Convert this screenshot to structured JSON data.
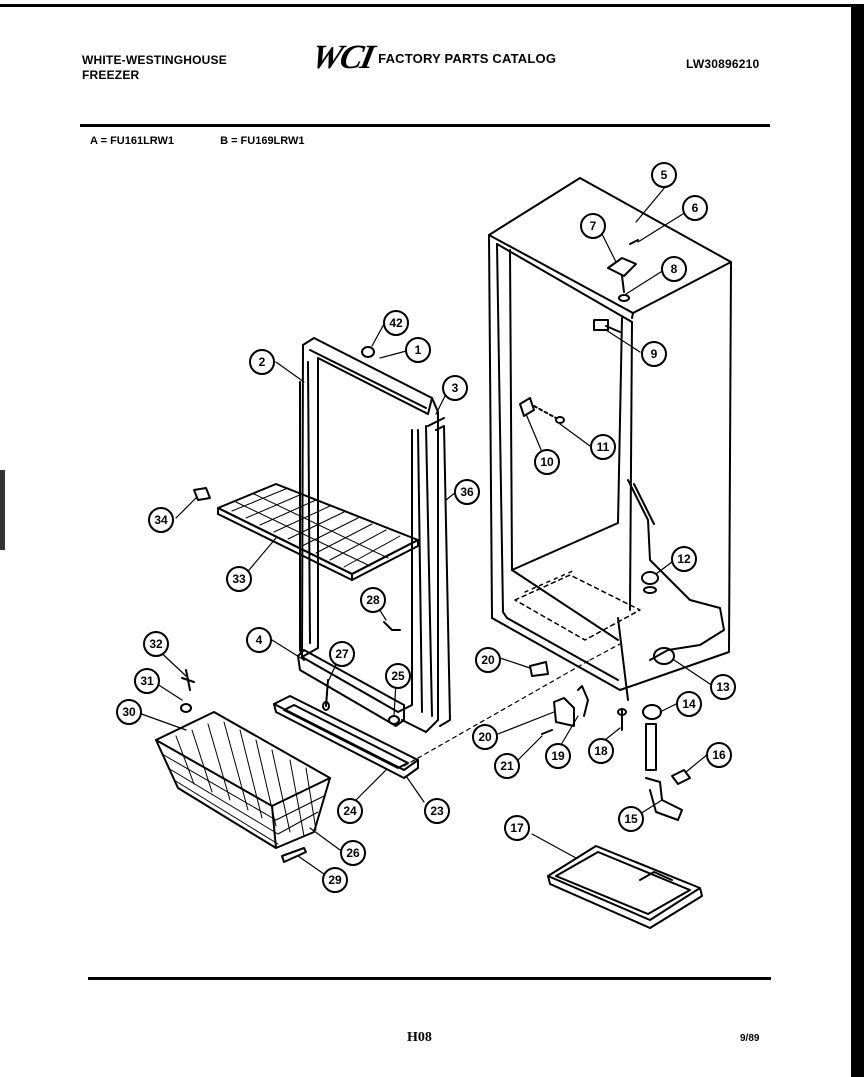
{
  "header": {
    "brand_line1": "WHITE-WESTINGHOUSE",
    "brand_line2": "FREEZER",
    "logo_text": "WCI",
    "catalog_title": "FACTORY PARTS CATALOG",
    "document_number": "LW30896210"
  },
  "models": [
    {
      "label": "A = FU161LRW1"
    },
    {
      "label": "B = FU169LRW1"
    }
  ],
  "callouts": [
    "1",
    "2",
    "3",
    "4",
    "5",
    "6",
    "7",
    "8",
    "9",
    "10",
    "11",
    "12",
    "13",
    "14",
    "15",
    "16",
    "17",
    "18",
    "19",
    "20",
    "20",
    "21",
    "23",
    "24",
    "25",
    "26",
    "27",
    "28",
    "29",
    "30",
    "31",
    "32",
    "33",
    "34",
    "36",
    "42"
  ],
  "footer": {
    "section_code": "H08",
    "date": "9/89"
  }
}
